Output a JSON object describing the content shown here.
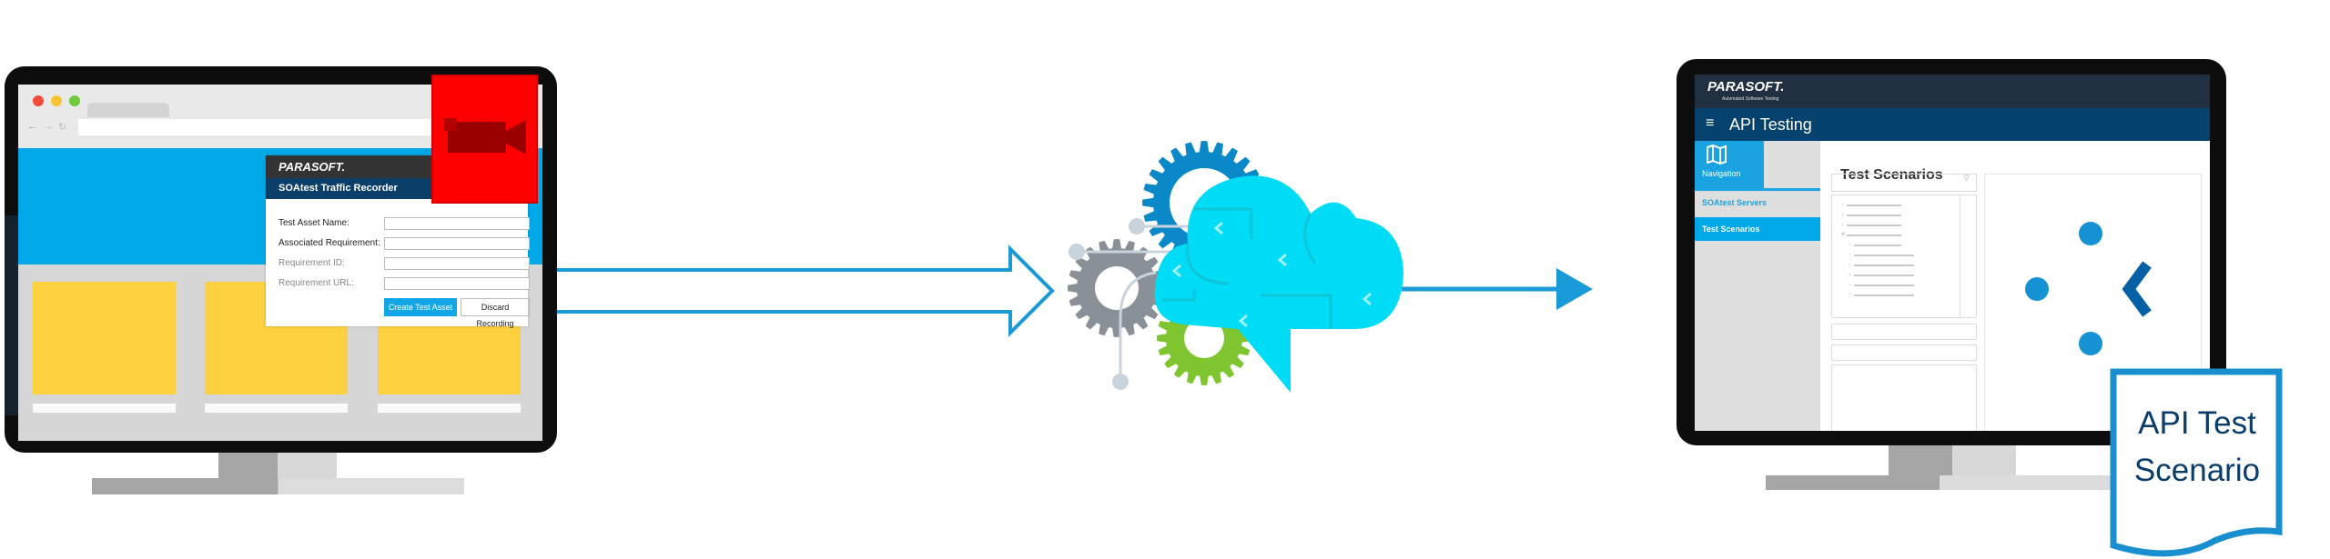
{
  "left_screen": {
    "dialog": {
      "logo": "PARASOFT.",
      "title": "SOAtest Traffic Recorder",
      "fields": [
        {
          "label": "Test Asset Name:",
          "value": ""
        },
        {
          "label": "Associated Requirement:",
          "value": ""
        },
        {
          "label": "Requirement ID:",
          "value": ""
        },
        {
          "label": "Requirement URL:",
          "value": ""
        }
      ],
      "create_button": "Create Test Asset",
      "discard_button": "Discard Recording"
    },
    "record_icon": "video-camera-icon"
  },
  "right_screen": {
    "logo": "PARASOFT.",
    "logo_tagline": "Automated Software Testing",
    "app_title": "API Testing",
    "nav_label": "Navigation",
    "sidebar_items": [
      "SOAtest Servers",
      "Test Scenarios"
    ],
    "page_title": "Test Scenarios"
  },
  "document_label": {
    "line1": "API Test",
    "line2": "Scenario"
  },
  "colors": {
    "accent_blue": "#1a9ad6",
    "header_navy": "#05426e",
    "cloud": "#00dcf5",
    "gear_blue": "#0a88c8",
    "gear_gray": "#8a9097",
    "gear_green": "#7ec52f",
    "record_red": "#ff0000",
    "card_yellow": "#fdd03f"
  }
}
